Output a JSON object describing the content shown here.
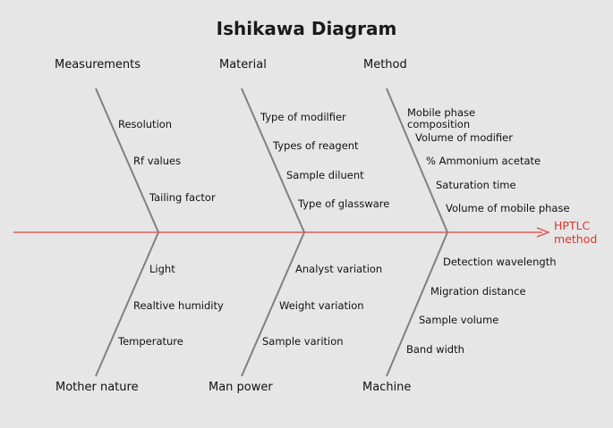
{
  "title": "Ishikawa Diagram",
  "effect": "HPTLC\nmethod",
  "colors": {
    "spine": "#e05a5a",
    "bone": "#808080",
    "effect_text": "#d9362f"
  },
  "categories": {
    "measurements": "Measurements",
    "material": "Material",
    "method": "Method",
    "mother_nature": "Mother nature",
    "man_power": "Man power",
    "machine": "Machine"
  },
  "causes": {
    "measurements": [
      "Resolution",
      "Rf values",
      "Tailing factor"
    ],
    "material": [
      "Type of modilfier",
      "Types of reagent",
      "Sample diluent",
      "Type of glassware"
    ],
    "method": [
      "Mobile phase\ncomposition",
      "Volume of modifier",
      "% Ammonium acetate",
      "Saturation time",
      "Volume of mobile phase"
    ],
    "mother_nature": [
      "Light",
      "Realtive humidity",
      "Temperature"
    ],
    "man_power": [
      "Analyst variation",
      "Weight variation",
      "Sample varition"
    ],
    "machine": [
      "Detection wavelength",
      "Migration distance",
      "Sample volume",
      "Band width"
    ]
  }
}
